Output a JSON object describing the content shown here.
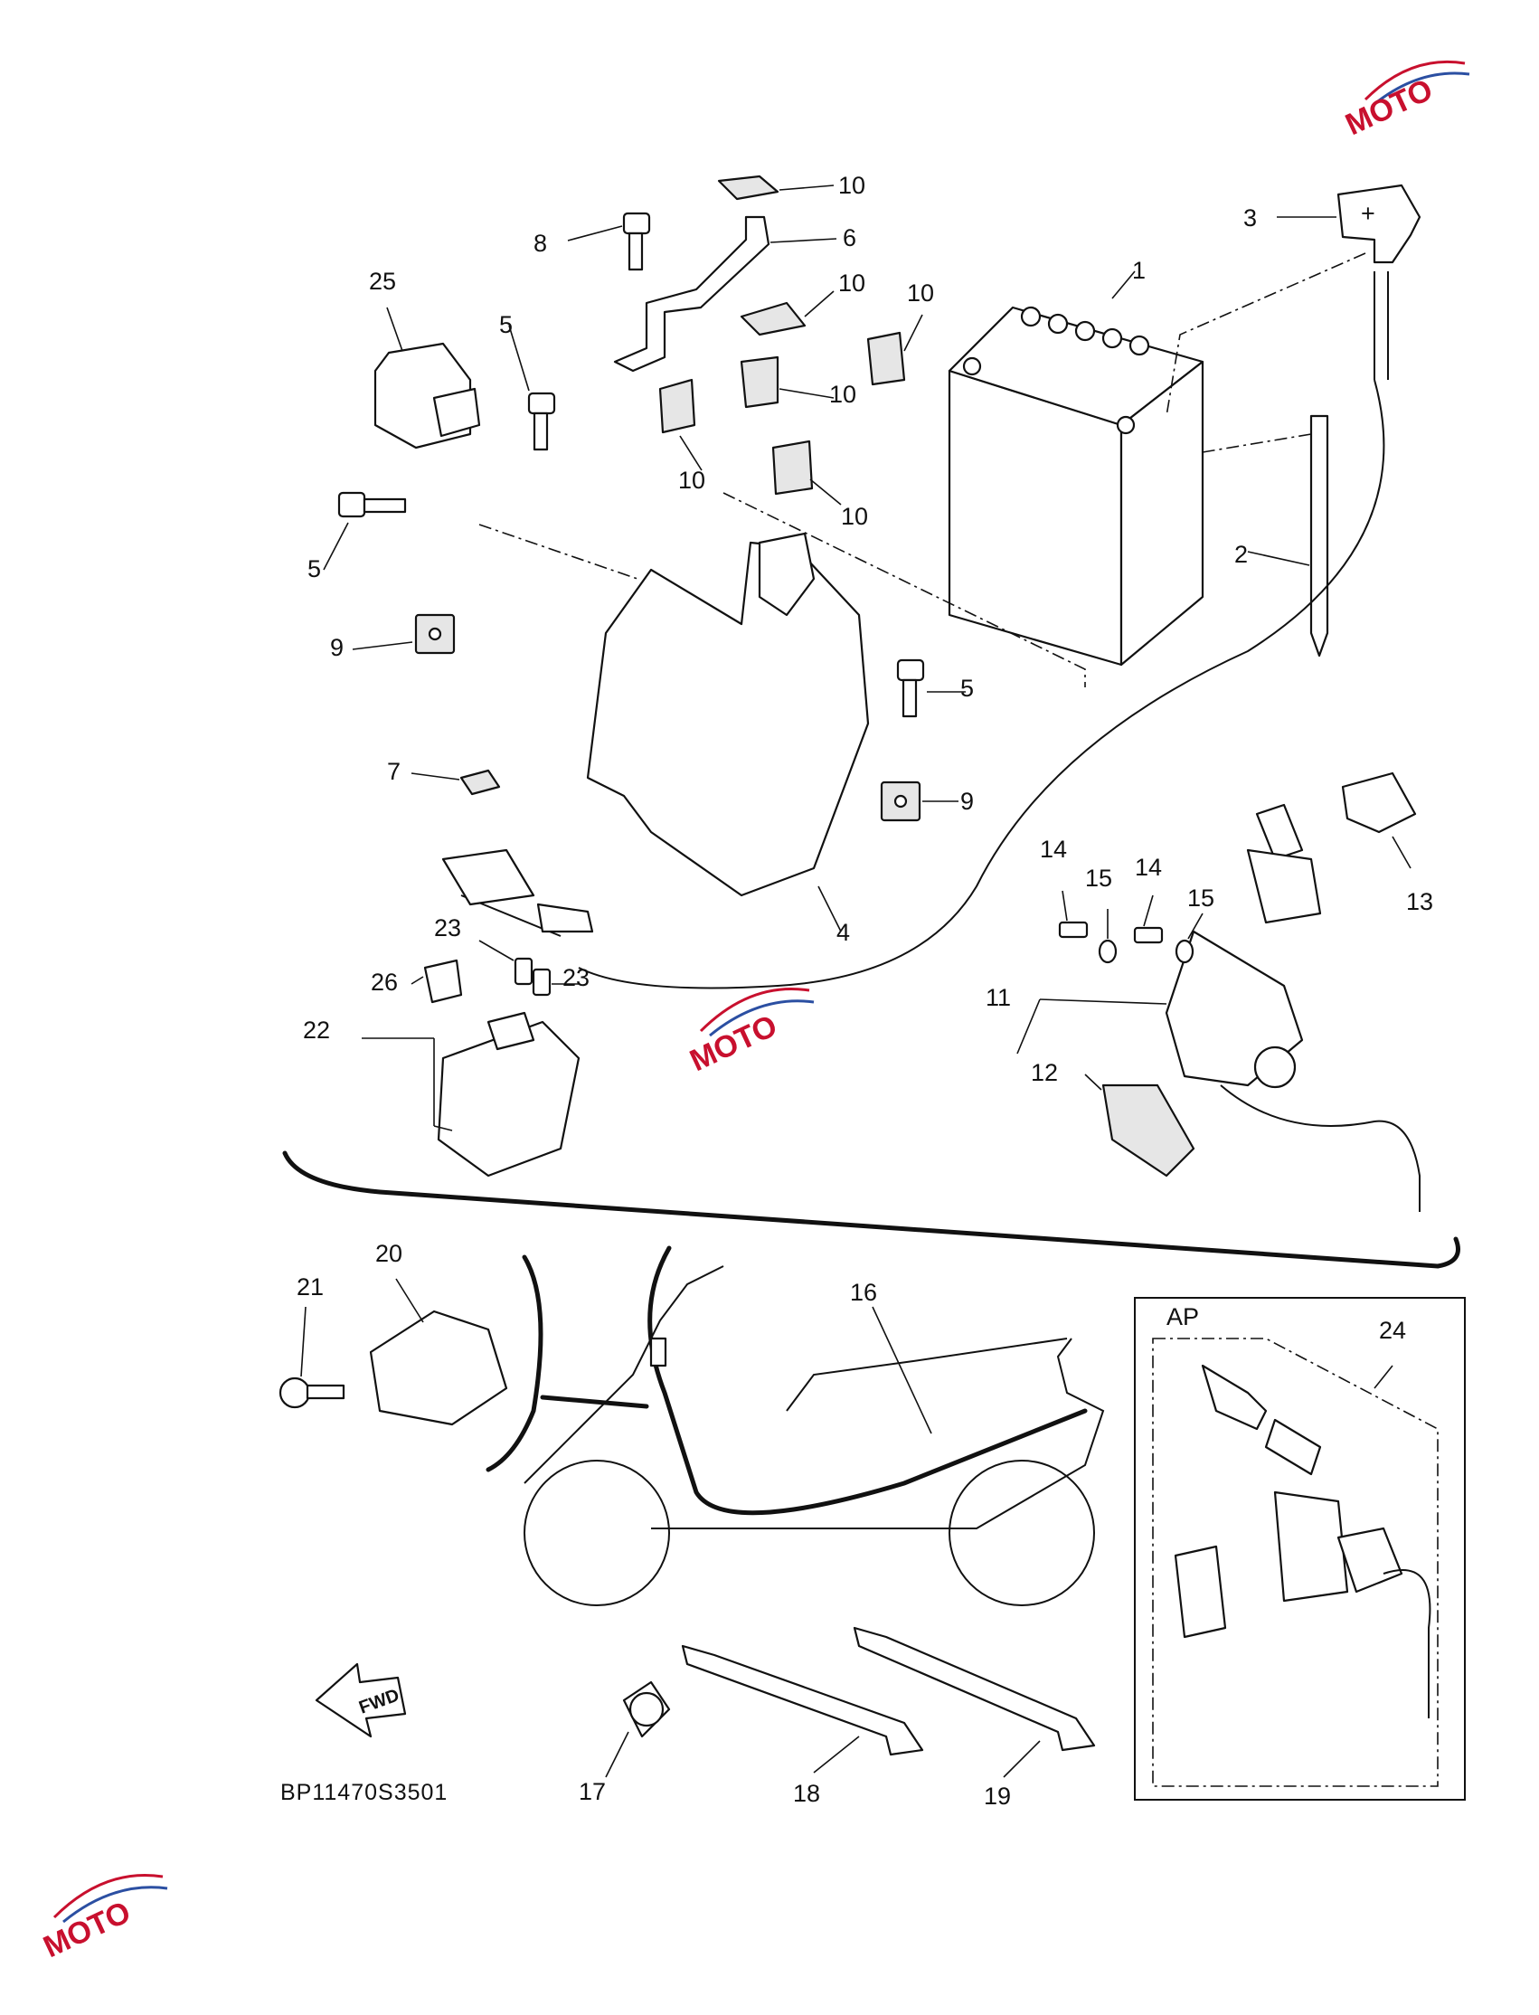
{
  "diagram": {
    "code": "BP11470S3501",
    "inset_label": "AP",
    "fwd_label": "FWD",
    "battery_terminal_symbol": "+",
    "watermark_brand": "MOTO",
    "watermark_accent": "#c8102e",
    "watermark_second": "#2b4fa2",
    "callouts": {
      "c1": "1",
      "c2": "2",
      "c3": "3",
      "c4": "4",
      "c5a": "5",
      "c5b": "5",
      "c5c": "5",
      "c6": "6",
      "c7": "7",
      "c8": "8",
      "c9a": "9",
      "c9b": "9",
      "c10a": "10",
      "c10b": "10",
      "c10c": "10",
      "c10d": "10",
      "c10e": "10",
      "c10f": "10",
      "c11": "11",
      "c12": "12",
      "c13": "13",
      "c14a": "14",
      "c14b": "14",
      "c15a": "15",
      "c15b": "15",
      "c16": "16",
      "c17": "17",
      "c18": "18",
      "c19": "19",
      "c20": "20",
      "c21": "21",
      "c22": "22",
      "c23a": "23",
      "c23b": "23",
      "c24": "24",
      "c25": "25",
      "c26": "26"
    }
  }
}
